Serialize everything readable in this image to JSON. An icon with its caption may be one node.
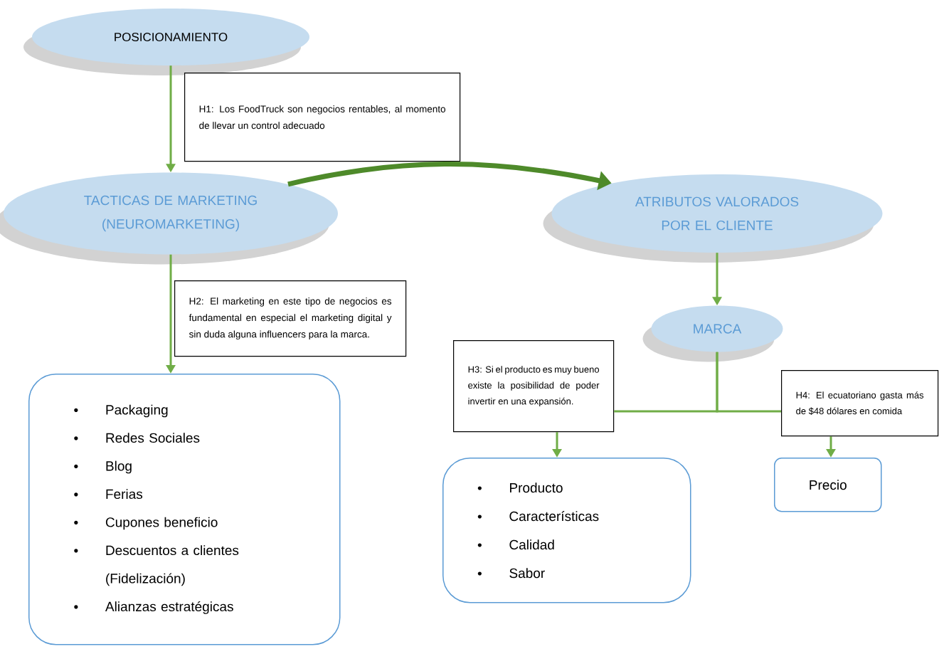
{
  "diagram": {
    "nodes": [
      {
        "text": [
          "POSICIONAMIENTO"
        ]
      },
      {
        "text": [
          "TACTICAS DE MARKETING (NEUROMARKETING)"
        ]
      },
      {
        "text": [
          "ATRIBUTOS VALORADOS POR EL CLIENTE"
        ]
      },
      {
        "text": [
          "MARCA"
        ]
      },
      {
        "text": [
          "Packaging",
          "Redes Sociales",
          "Blog",
          "Ferias",
          "Cupones beneficio",
          "Descuentos a clientes (Fidelización)",
          "Alianzas estratégicas"
        ]
      },
      {
        "text": [
          "Producto",
          "Características",
          "Calidad",
          "Sabor"
        ]
      },
      {
        "text": [
          "Precio"
        ]
      },
      {
        "text": [
          "H1: Los FoodTruck son negocios rentables, al momento de llevar un control adecuado"
        ]
      },
      {
        "text": [
          "H2: El marketing en este tipo de negocios es fundamental en especial el marketing digital y sin duda alguna influencers para la marca."
        ]
      },
      {
        "text": [
          "H3: Si el producto es muy bueno existe la posibilidad de poder invertir en una expansión."
        ]
      },
      {
        "text": [
          "H4: El ecuatoriano gasta más de $48 dólares en comida"
        ]
      }
    ],
    "edges": [
      {
        "from": 0,
        "to": 1,
        "arrow": "to"
      },
      {
        "from": 1,
        "to": 2,
        "arrow": "to",
        "style": "thick",
        "color": "#4e8a2a"
      },
      {
        "from": 1,
        "to": 4,
        "arrow": "to"
      },
      {
        "from": 2,
        "to": 3,
        "arrow": "to"
      },
      {
        "from": 3,
        "to": 9,
        "arrow": "none"
      },
      {
        "from": 3,
        "to": 10,
        "arrow": "none"
      },
      {
        "from": 9,
        "to": 5,
        "arrow": "to"
      },
      {
        "from": 10,
        "to": 6,
        "arrow": "to"
      }
    ]
  }
}
